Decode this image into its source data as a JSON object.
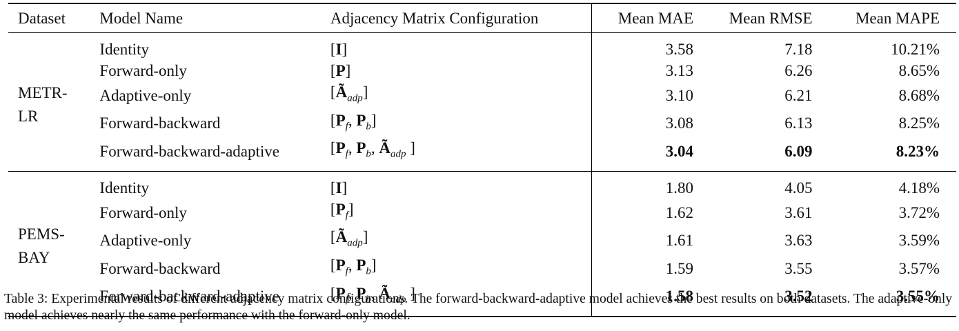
{
  "headers": {
    "dataset": "Dataset",
    "model": "Model Name",
    "adjacency": "Adjacency Matrix Configuration",
    "mae": "Mean MAE",
    "rmse": "Mean RMSE",
    "mape": "Mean MAPE"
  },
  "groups": [
    {
      "dataset": "METR-LR",
      "rows": [
        {
          "model": "Identity",
          "adj_base": "[I]",
          "mae": "3.58",
          "rmse": "7.18",
          "mape": "10.21%",
          "bold": false
        },
        {
          "model": "Forward-only",
          "adj_base": "[P]",
          "mae": "3.13",
          "rmse": "6.26",
          "mape": "8.65%",
          "bold": false
        },
        {
          "model": "Adaptive-only",
          "adj_base": "[Ã_adp]",
          "mae": "3.10",
          "rmse": "6.21",
          "mape": "8.68%",
          "bold": false
        },
        {
          "model": "Forward-backward",
          "adj_base": "[P_f, P_b]",
          "mae": "3.08",
          "rmse": "6.13",
          "mape": "8.25%",
          "bold": false
        },
        {
          "model": "Forward-backward-adaptive",
          "adj_base": "[P_f, P_b, Ã_adp ]",
          "mae": "3.04",
          "rmse": "6.09",
          "mape": "8.23%",
          "bold": true
        }
      ]
    },
    {
      "dataset": "PEMS-BAY",
      "rows": [
        {
          "model": "Identity",
          "adj_base": "[I]",
          "mae": "1.80",
          "rmse": "4.05",
          "mape": "4.18%",
          "bold": false
        },
        {
          "model": "Forward-only",
          "adj_base": "[P_f]",
          "mae": "1.62",
          "rmse": "3.61",
          "mape": "3.72%",
          "bold": false
        },
        {
          "model": "Adaptive-only",
          "adj_base": "[Ã_adp]",
          "mae": "1.61",
          "rmse": "3.63",
          "mape": "3.59%",
          "bold": false
        },
        {
          "model": "Forward-backward",
          "adj_base": "[P_f, P_b]",
          "mae": "1.59",
          "rmse": "3.55",
          "mape": "3.57%",
          "bold": false
        },
        {
          "model": "Forward-backward-adaptive",
          "adj_base": "[P_f, P_b, Ã_adp ]",
          "mae": "1.58",
          "rmse": "3.52",
          "mape": "3.55%",
          "bold": true
        }
      ]
    }
  ],
  "caption": "Table 3: Experimental results of different adjacency matrix configurations. The forward-backward-adaptive model achieves the best results on both datasets. The adaptive-only model achieves nearly the same performance with the forward-only model."
}
